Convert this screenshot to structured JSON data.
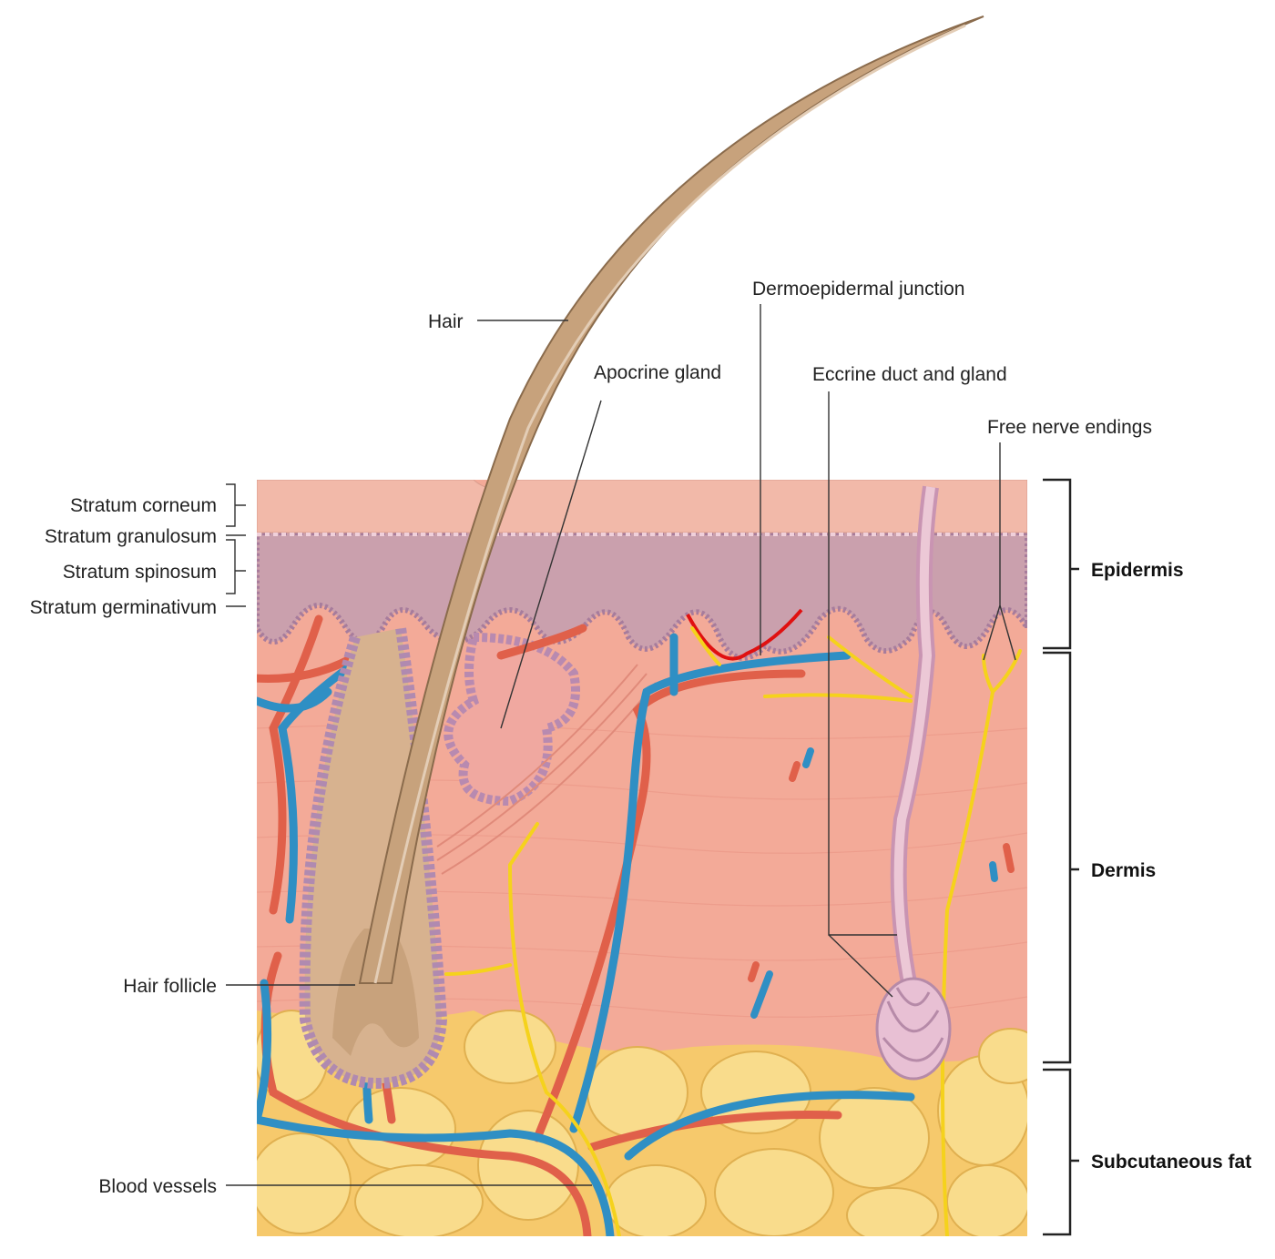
{
  "title": "Skin cross-section",
  "labels": {
    "hair": "Hair",
    "apocrine": "Apocrine gland",
    "dej": "Dermoepidermal junction",
    "eccrine": "Eccrine duct and gland",
    "nerve": "Free nerve endings",
    "corneum": "Stratum corneum",
    "granulosum": "Stratum granulosum",
    "spinosum": "Stratum spinosum",
    "germinativum": "Stratum germinativum",
    "follicle": "Hair follicle",
    "vessels": "Blood vessels"
  },
  "layers": {
    "epidermis": "Epidermis",
    "dermis": "Dermis",
    "fat": "Subcutaneous fat"
  },
  "colors": {
    "corneum": "#f2b9a9",
    "spinosum": "#caa0ad",
    "dermis": "#f3aa98",
    "fat": "#f8d37e",
    "artery": "#e0604a",
    "vein": "#2f8fc4",
    "nerve": "#f5d21c",
    "hair": "#c7a27c"
  }
}
